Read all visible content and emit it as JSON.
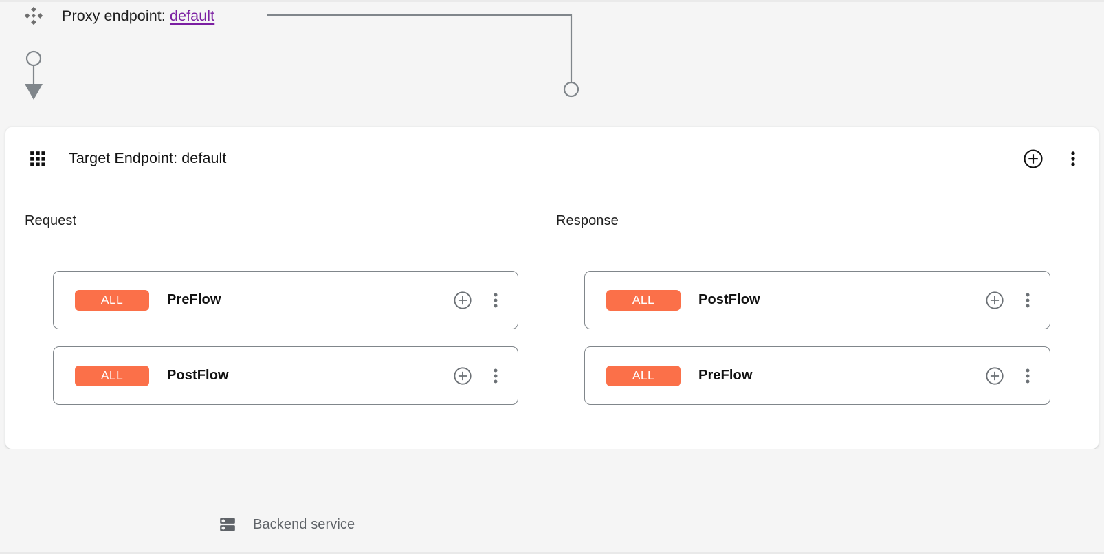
{
  "proxy": {
    "icon": "diamond-cluster-icon",
    "label_prefix": "Proxy endpoint: ",
    "endpoint_name": "default",
    "link_color": "#7b1fa2"
  },
  "target_panel": {
    "icon": "apps-grid-icon",
    "title": "Target Endpoint: default",
    "actions": [
      {
        "name": "add-icon",
        "glyph": "plus-circle"
      },
      {
        "name": "more-vert-icon",
        "glyph": "dots-vertical"
      }
    ]
  },
  "columns": [
    {
      "key": "request",
      "label": "Request",
      "direction": "down",
      "cards": [
        {
          "badge": "ALL",
          "name": "PreFlow",
          "badge_color": "#fb7049"
        },
        {
          "badge": "ALL",
          "name": "PostFlow",
          "badge_color": "#fb7049"
        }
      ]
    },
    {
      "key": "response",
      "label": "Response",
      "direction": "up",
      "cards": [
        {
          "badge": "ALL",
          "name": "PostFlow",
          "badge_color": "#fb7049"
        },
        {
          "badge": "ALL",
          "name": "PreFlow",
          "badge_color": "#fb7049"
        }
      ]
    }
  ],
  "backend": {
    "icon": "server-icon",
    "label": "Backend service"
  },
  "theme": {
    "page_background": "#f5f5f5",
    "panel_background": "#ffffff",
    "wire_color": "#80868b",
    "divider_color": "#e4e4e4",
    "card_border_color": "#80868b",
    "muted_text": "#5f6368"
  }
}
